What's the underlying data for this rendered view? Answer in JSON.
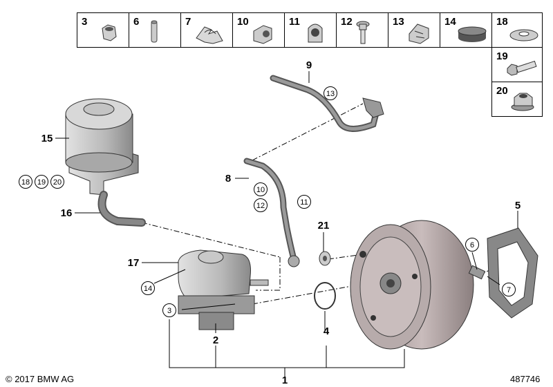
{
  "parts_grid": [
    {
      "num": "3",
      "icon": "hex-nut-icon"
    },
    {
      "num": "6",
      "icon": "pin-icon"
    },
    {
      "num": "7",
      "icon": "spring-clip-icon"
    },
    {
      "num": "10",
      "icon": "bracket-clip-icon"
    },
    {
      "num": "11",
      "icon": "hose-clip-icon"
    },
    {
      "num": "12",
      "icon": "bolt-icon"
    },
    {
      "num": "13",
      "icon": "cable-clip-icon"
    },
    {
      "num": "14",
      "icon": "cap-icon"
    },
    {
      "num": "18",
      "icon": "washer-icon"
    },
    {
      "num": "19",
      "icon": "collar-bolt-icon"
    },
    {
      "num": "20",
      "icon": "flange-nut-icon"
    }
  ],
  "labels": {
    "n1": "1",
    "n2": "2",
    "n4": "4",
    "n5": "5",
    "n8": "8",
    "n9": "9",
    "n15": "15",
    "n16": "16",
    "n17": "17",
    "n21": "21"
  },
  "circled": {
    "c13": "13",
    "c10": "10",
    "c12": "12",
    "c11": "11",
    "c18": "18",
    "c19": "19",
    "c20": "20",
    "c14": "14",
    "c3": "3",
    "c6": "6",
    "c7": "7"
  },
  "footer": {
    "copyright": "© 2017 BMW AG",
    "image_number": "487746"
  }
}
